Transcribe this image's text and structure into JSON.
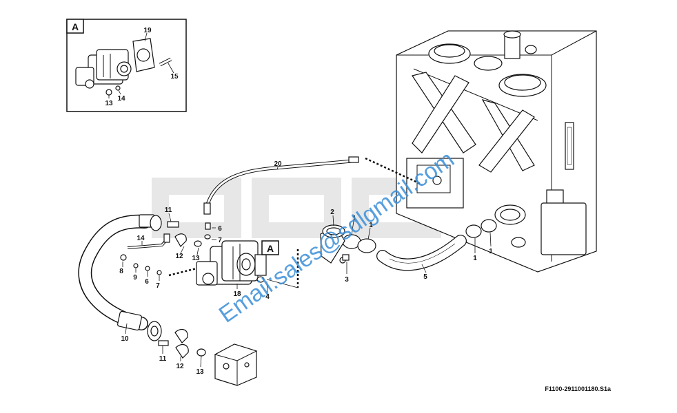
{
  "inset_letter": "A",
  "callout_letter": "A",
  "drawing_code": "F1100-2911001180.S1a",
  "watermark_text": "Email:sales@sdlgmail.com",
  "logo_text": "SDLG",
  "parts": {
    "p1": "1",
    "p2": "2",
    "p3": "3",
    "p4": "4",
    "p5": "5",
    "p6": "6",
    "p7": "7",
    "p8": "8",
    "p9": "9",
    "p10": "10",
    "p11": "11",
    "p12": "12",
    "p13": "13",
    "p14": "14",
    "p15": "15",
    "p18": "18",
    "p19": "19",
    "p20": "20"
  }
}
